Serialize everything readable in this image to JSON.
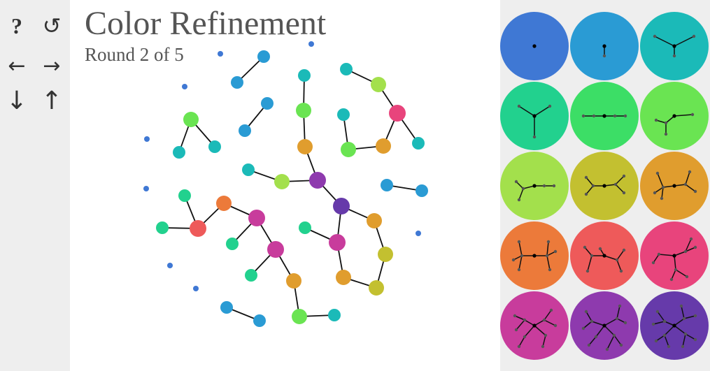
{
  "toolbar": {
    "help": "?",
    "reset": "↺",
    "prev": "←",
    "next": "→",
    "down": "↓",
    "up": "↑"
  },
  "header": {
    "title": "Color Refinement",
    "subtitle": "Round 2 of 5"
  },
  "colors": {
    "c1": "#3f78d4",
    "c2": "#2a9bd4",
    "c3": "#1bbab8",
    "c4": "#22d18e",
    "c5": "#3cde66",
    "c6": "#6ae452",
    "c7": "#a3e04c",
    "c8": "#c3c030",
    "c9": "#e09d2e",
    "c10": "#ec7a3a",
    "c11": "#ee5a5a",
    "c12": "#e8447c",
    "c13": "#c83c9c",
    "c14": "#8e3aae",
    "c15": "#663aaa"
  },
  "palette": [
    {
      "color": "c1",
      "icon": "single-dot-icon"
    },
    {
      "color": "c2",
      "icon": "pendant-edge-icon"
    },
    {
      "color": "c3",
      "icon": "path-three-icon"
    },
    {
      "color": "c4",
      "icon": "star-three-icon"
    },
    {
      "color": "c5",
      "icon": "path-center-icon"
    },
    {
      "color": "c6",
      "icon": "branch-icon"
    },
    {
      "color": "c7",
      "icon": "branch-four-icon"
    },
    {
      "color": "c8",
      "icon": "double-fork-icon"
    },
    {
      "color": "c9",
      "icon": "double-fork-five-icon"
    },
    {
      "color": "c10",
      "icon": "double-fork-six-icon"
    },
    {
      "color": "c11",
      "icon": "tree-six-icon"
    },
    {
      "color": "c12",
      "icon": "tree-seven-icon"
    },
    {
      "color": "c13",
      "icon": "tree-eight-icon"
    },
    {
      "color": "c14",
      "icon": "tree-nine-icon"
    },
    {
      "color": "c15",
      "icon": "tree-ten-icon"
    }
  ]
}
